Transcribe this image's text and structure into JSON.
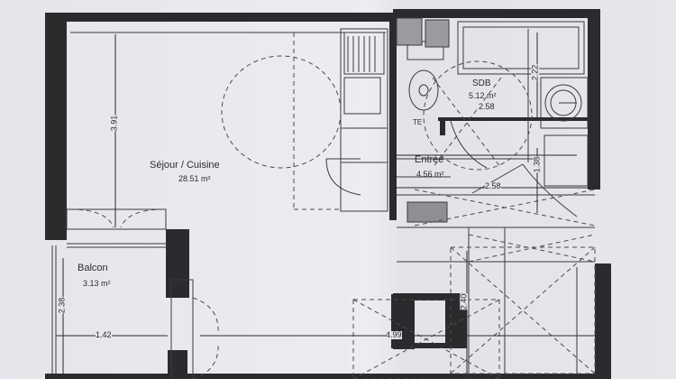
{
  "plan": {
    "rooms": [
      {
        "name": "Séjour / Cuisine",
        "area": "28.51 m²"
      },
      {
        "name": "SDB",
        "area": "5.12 m²"
      },
      {
        "name": "Entrée",
        "area": "4.56 m²"
      },
      {
        "name": "Balcon",
        "area": "3.13 m²"
      }
    ],
    "fixtures": {
      "te_label": "TE"
    },
    "dimensions": {
      "sejour_height": "3.91",
      "sdb_height": "2.22",
      "sdb_width": "2.58",
      "entree_width": "2.58",
      "entree_height": "1.38",
      "balcon_height": "2.38",
      "balcon_width": "1.42",
      "bottom_width": "4.99",
      "bedroom_height": "2.40"
    },
    "colors": {
      "wall": "#2b2b2d",
      "line": "#3a3a3c",
      "paper": "#e6e7ec"
    }
  }
}
